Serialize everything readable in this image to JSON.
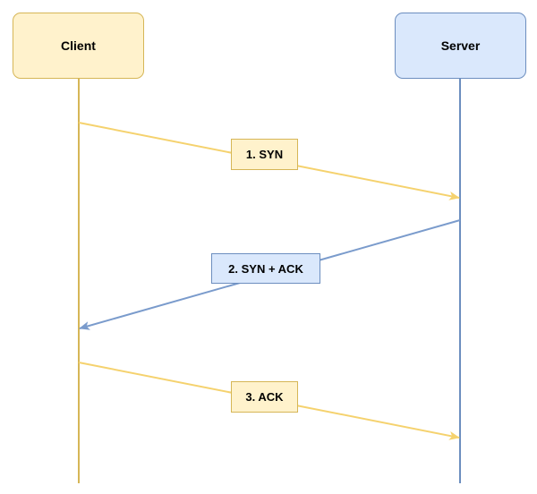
{
  "participants": {
    "client": {
      "label": "Client"
    },
    "server": {
      "label": "Server"
    }
  },
  "messages": [
    {
      "label": "1. SYN",
      "from": "client",
      "to": "server",
      "color": "#f5d26e"
    },
    {
      "label": "2. SYN + ACK",
      "from": "server",
      "to": "client",
      "color": "#7a9bcc"
    },
    {
      "label": "3. ACK",
      "from": "client",
      "to": "server",
      "color": "#f5d26e"
    }
  ],
  "colors": {
    "client_fill": "#fff2cc",
    "client_stroke": "#d6b656",
    "server_fill": "#dae8fc",
    "server_stroke": "#6c8ebf",
    "client_lifeline": "#d6b656",
    "server_lifeline": "#6c8ebf"
  }
}
